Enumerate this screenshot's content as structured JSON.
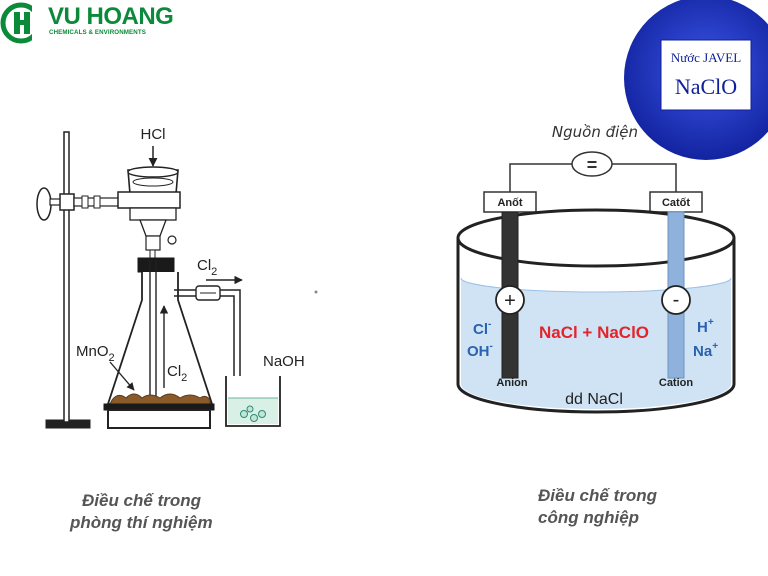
{
  "logo": {
    "name": "VU HOANG",
    "tagline": "CHEMICALS & ENVIRONMENTS"
  },
  "badge": {
    "line1": "Nước JAVEL",
    "line2": "NaClO"
  },
  "lab_setup": {
    "acid": "HCl",
    "gas": "Cl",
    "gas_subscript": "2",
    "gas_arrow_label": "Cl",
    "gas_arrow_subscript": "2",
    "reagent": "MnO",
    "reagent_subscript": "2",
    "absorber": "NaOH",
    "caption_line1": "Điều chế trong",
    "caption_line2": "phòng thí nghiệm"
  },
  "industrial_setup": {
    "power_source": "Nguồn điện",
    "power_symbol": "=",
    "anode_label": "Anốt",
    "cathode_label": "Catốt",
    "anode_sign": "+",
    "cathode_sign": "-",
    "left_ions": [
      "Cl",
      "OH"
    ],
    "left_ion_charge": "-",
    "right_ions": [
      "H",
      "Na"
    ],
    "right_ion_charge": "+",
    "center_products": "NaCl + NaClO",
    "anion_label": "Anion",
    "cation_label": "Cation",
    "solution_label": "dd NaCl",
    "caption_line1": "Điều chế trong",
    "caption_line2": "công nghiệp"
  },
  "colors": {
    "brand_green": "#0b8a3a",
    "badge_blue": "#1a2fb8",
    "solution_blue": "#cfe3f5",
    "product_red": "#e0252b",
    "ion_blue": "#2a62b0",
    "precipitate_brown": "#8a5a2a"
  }
}
